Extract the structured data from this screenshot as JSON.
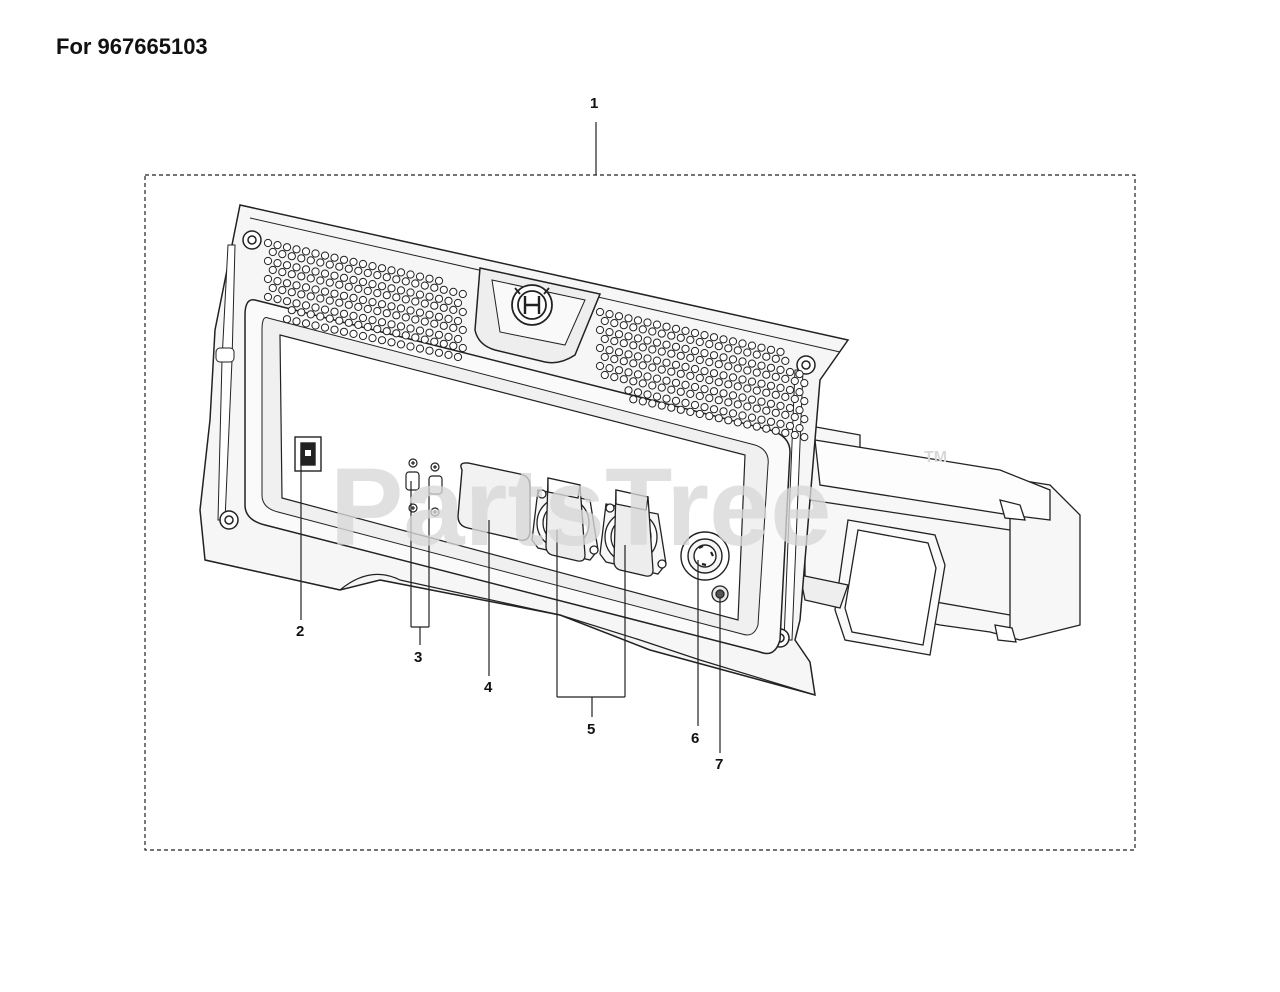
{
  "header": {
    "title": "For 967665103"
  },
  "watermark": {
    "text": "PartsTree",
    "tm": "TM"
  },
  "callouts": [
    "1",
    "2",
    "3",
    "4",
    "5",
    "6",
    "7"
  ],
  "colors": {
    "line": "#222222",
    "fill": "#f5f5f5",
    "watermark": "#d8d8d8"
  }
}
